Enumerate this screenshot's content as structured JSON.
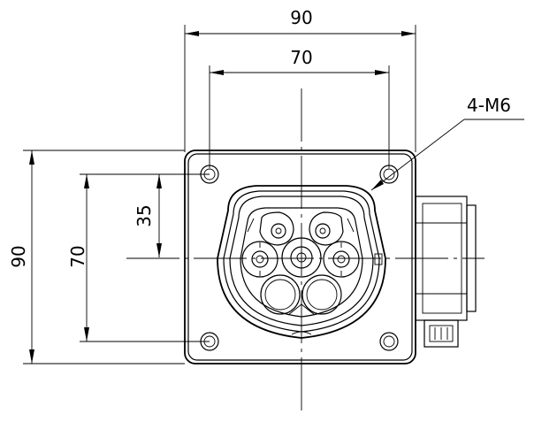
{
  "drawing": {
    "dimensions": {
      "top_outer": "90",
      "top_inner": "70",
      "left_outer": "90",
      "left_inner": "70",
      "left_half": "35",
      "callout": "4-M6"
    }
  }
}
